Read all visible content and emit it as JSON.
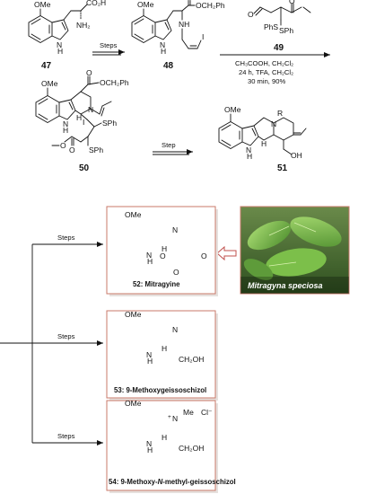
{
  "colors": {
    "ink": "#111111",
    "box_border": "#c97a6a",
    "box_shadow": "#d8d0cc",
    "arrow": "#111111",
    "open_arrow": "#c0504d",
    "leaf_green": "#5e9b3a",
    "leaf_light": "#9fd36a",
    "photo_bg": "#3f6b2a"
  },
  "compounds": {
    "c47": {
      "number": "47",
      "groups": {
        "ome": "OMe",
        "co2h": "CO₂H",
        "nh2": "NH₂",
        "nh": "N",
        "h": "H"
      }
    },
    "c48": {
      "number": "48",
      "groups": {
        "ome": "OMe",
        "ester": "OCH₂Ph",
        "o": "O",
        "nh": "NH",
        "iodo": "I",
        "n": "N",
        "h": "H"
      }
    },
    "c49": {
      "number": "49",
      "groups": {
        "o1": "O",
        "o2": "O",
        "phs": "PhS",
        "sph": "SPh"
      }
    },
    "c50": {
      "number": "50",
      "groups": {
        "ome": "OMe",
        "ester": "OCH₂Ph",
        "o1": "O",
        "o2": "O",
        "o3": "O",
        "n": "N",
        "nh": "N",
        "h": "H",
        "hstereo": "H",
        "iodo": "I",
        "sph1": "SPh",
        "sph2": "SPh"
      }
    },
    "c51": {
      "number": "51",
      "groups": {
        "ome": "OMe",
        "r": "R",
        "n": "N",
        "nh": "N",
        "h": "H",
        "hstereo": "H",
        "oh": "OH"
      }
    },
    "c52": {
      "number": "52",
      "name": "Mitragyine",
      "groups": {
        "ome": "OMe",
        "n": "N",
        "nh": "N",
        "h": "H",
        "hstereo": "H",
        "o1": "O",
        "o2": "O",
        "o3": "O"
      }
    },
    "c53": {
      "number": "53",
      "name": "9-Methoxygeissoschizol",
      "groups": {
        "ome": "OMe",
        "n": "N",
        "nh": "N",
        "h": "H",
        "hstereo": "H",
        "oh": "CH₂OH"
      }
    },
    "c54": {
      "number": "54",
      "name": "9-Methoxy-N-methyl-geissoschizol",
      "name_parts": [
        "9-Methoxy-",
        "N",
        "-methyl-geissoschizol"
      ],
      "groups": {
        "ome": "OMe",
        "n": "N",
        "plus": "+",
        "me": "Me",
        "cl": "Cl⁻",
        "nh": "N",
        "h": "H",
        "hstereo": "H",
        "oh": "CH₂OH"
      }
    }
  },
  "arrows": {
    "a47_48": {
      "label": "Steps"
    },
    "a48_50": {
      "reagent": "49",
      "conditions": [
        "CH₃COOH, CH₂Cl₂",
        "24 h, TFA, CH₂Cl₂",
        "30 min, 90%"
      ]
    },
    "a50_51": {
      "label": "Step"
    },
    "a_to52": {
      "label": "Steps"
    },
    "a_to53": {
      "label": "Steps"
    },
    "a_to54": {
      "label": "Steps"
    }
  },
  "photo": {
    "caption": "Mitragyna speciosa",
    "icon": "mitragyna-leaf-photo"
  }
}
